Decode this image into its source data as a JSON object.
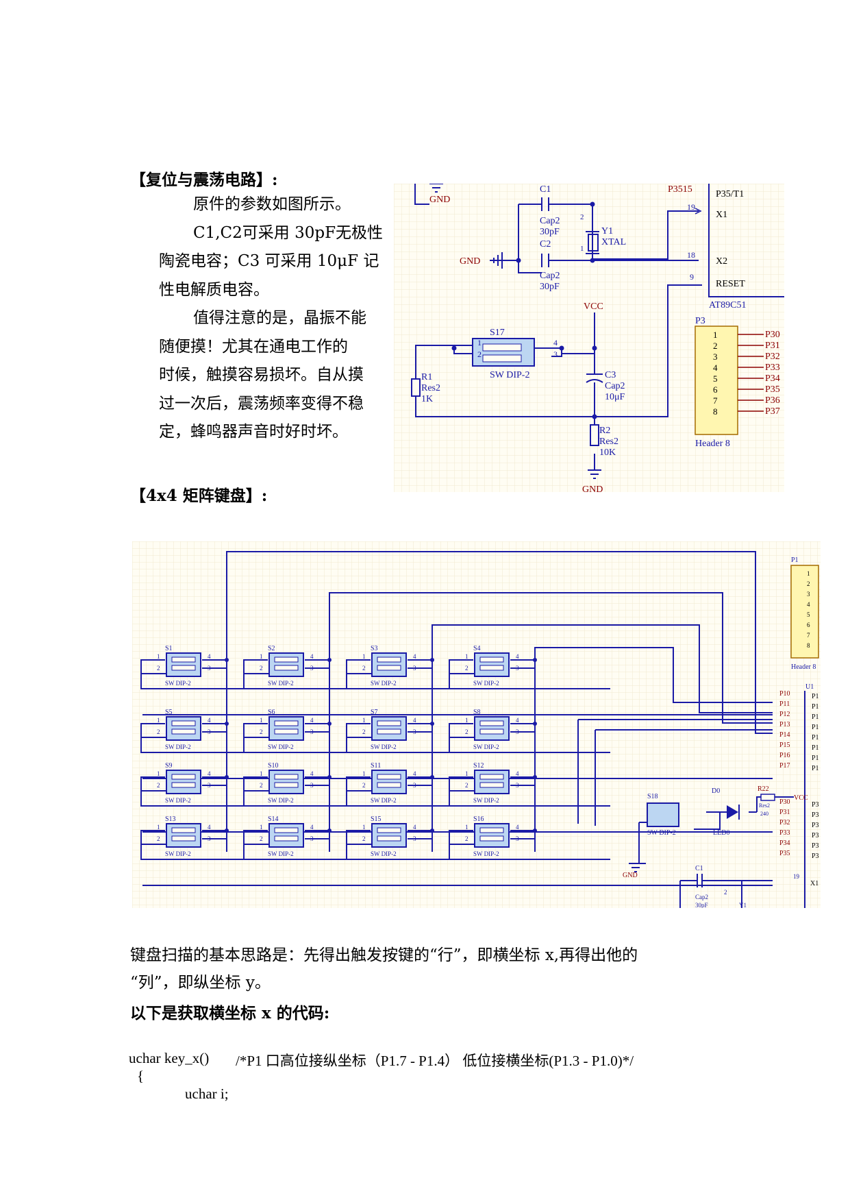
{
  "section1": {
    "heading": "【复位与震荡电路】:",
    "lines": [
      "原件的参数如图所示。",
      "C1,C2可采用 30pF无极性",
      "陶瓷电容；C3 可采用 10μF 记",
      "性电解质电容。",
      "值得注意的是，晶振不能",
      "随便摸！尤其在通电工作的",
      "时候，触摸容易损坏。自从摸",
      "过一次后，震荡频率变得不稳",
      "定，蜂鸣器声音时好时坏。"
    ]
  },
  "schematic1": {
    "gnd": "GND",
    "vcc": "VCC",
    "c1": {
      "ref": "C1",
      "type": "Cap2",
      "value": "30pF"
    },
    "c2": {
      "ref": "C2",
      "type": "Cap2",
      "value": "30pF"
    },
    "c3": {
      "ref": "C3",
      "type": "Cap2",
      "value": "10μF"
    },
    "y1": {
      "ref": "Y1",
      "type": "XTAL",
      "pin_top": "2",
      "pin_bottom": "1"
    },
    "r1": {
      "ref": "R1",
      "type": "Res2",
      "value": "1K"
    },
    "r2": {
      "ref": "R2",
      "type": "Res2",
      "value": "10K"
    },
    "s17": {
      "ref": "S17",
      "type": "SW DIP-2",
      "pins": [
        "1",
        "2",
        "4",
        "3"
      ]
    },
    "mcu": {
      "ref": "AT89C51",
      "top_net": "P3515",
      "pins": [
        {
          "num": "19",
          "name": "X1"
        },
        {
          "num": "18",
          "name": "X2"
        },
        {
          "num": "9",
          "name": "RESET"
        }
      ],
      "top_pin_name": "P35/T1"
    },
    "p3": {
      "ref": "P3",
      "type": "Header 8",
      "pins": [
        "1",
        "2",
        "3",
        "4",
        "5",
        "6",
        "7",
        "8"
      ],
      "nets": [
        "P30",
        "P31",
        "P32",
        "P33",
        "P34",
        "P35",
        "P36",
        "P37"
      ]
    }
  },
  "section2": {
    "heading": "【4x4 矩阵键盘】:"
  },
  "schematic2": {
    "switch_type": "SW DIP-2",
    "switches": [
      "S1",
      "S2",
      "S3",
      "S4",
      "S5",
      "S6",
      "S7",
      "S8",
      "S9",
      "S10",
      "S11",
      "S12",
      "S13",
      "S14",
      "S15",
      "S16"
    ],
    "pins": [
      "1",
      "2",
      "4",
      "3"
    ],
    "p1": {
      "ref": "P1",
      "type": "Header 8",
      "pins": [
        "1",
        "2",
        "3",
        "4",
        "5",
        "6",
        "7",
        "8"
      ]
    },
    "u1": {
      "ref": "U1",
      "p1_nets": [
        "P10",
        "P11",
        "P12",
        "P13",
        "P14",
        "P15",
        "P16",
        "P17"
      ],
      "p1_pin_label": "P1",
      "p3_nets": [
        "P30",
        "P31",
        "P32",
        "P33",
        "P34",
        "P35"
      ],
      "p3_pin_label": "P3",
      "x1_pin": "19",
      "x1_label": "X1"
    },
    "s18": {
      "ref": "S18",
      "type": "SW DIP-2"
    },
    "d0": {
      "ref": "D0",
      "type": "LED0"
    },
    "r22": {
      "ref": "R22",
      "type": "Res2",
      "value": "240"
    },
    "vcc": "VCC",
    "gnd": "GND",
    "c1": {
      "ref": "C1",
      "type": "Cap2",
      "value": "30pF",
      "pin": "2",
      "y": "Y1"
    }
  },
  "section3": {
    "lines": [
      "键盘扫描的基本思路是：先得出触发按键的“行”，即横坐标 x,再得出他的",
      "“列”，即纵坐标 y。"
    ],
    "heading": "以下是获取横坐标 x 的代码:"
  },
  "code": {
    "line1_decl": "uchar key_x()",
    "line1_comment": "/*P1 口高位接纵坐标（P1.7 - P1.4）   低位接横坐标(P1.3 - P1.0)*/",
    "line2": "{",
    "line3": "uchar i;"
  }
}
